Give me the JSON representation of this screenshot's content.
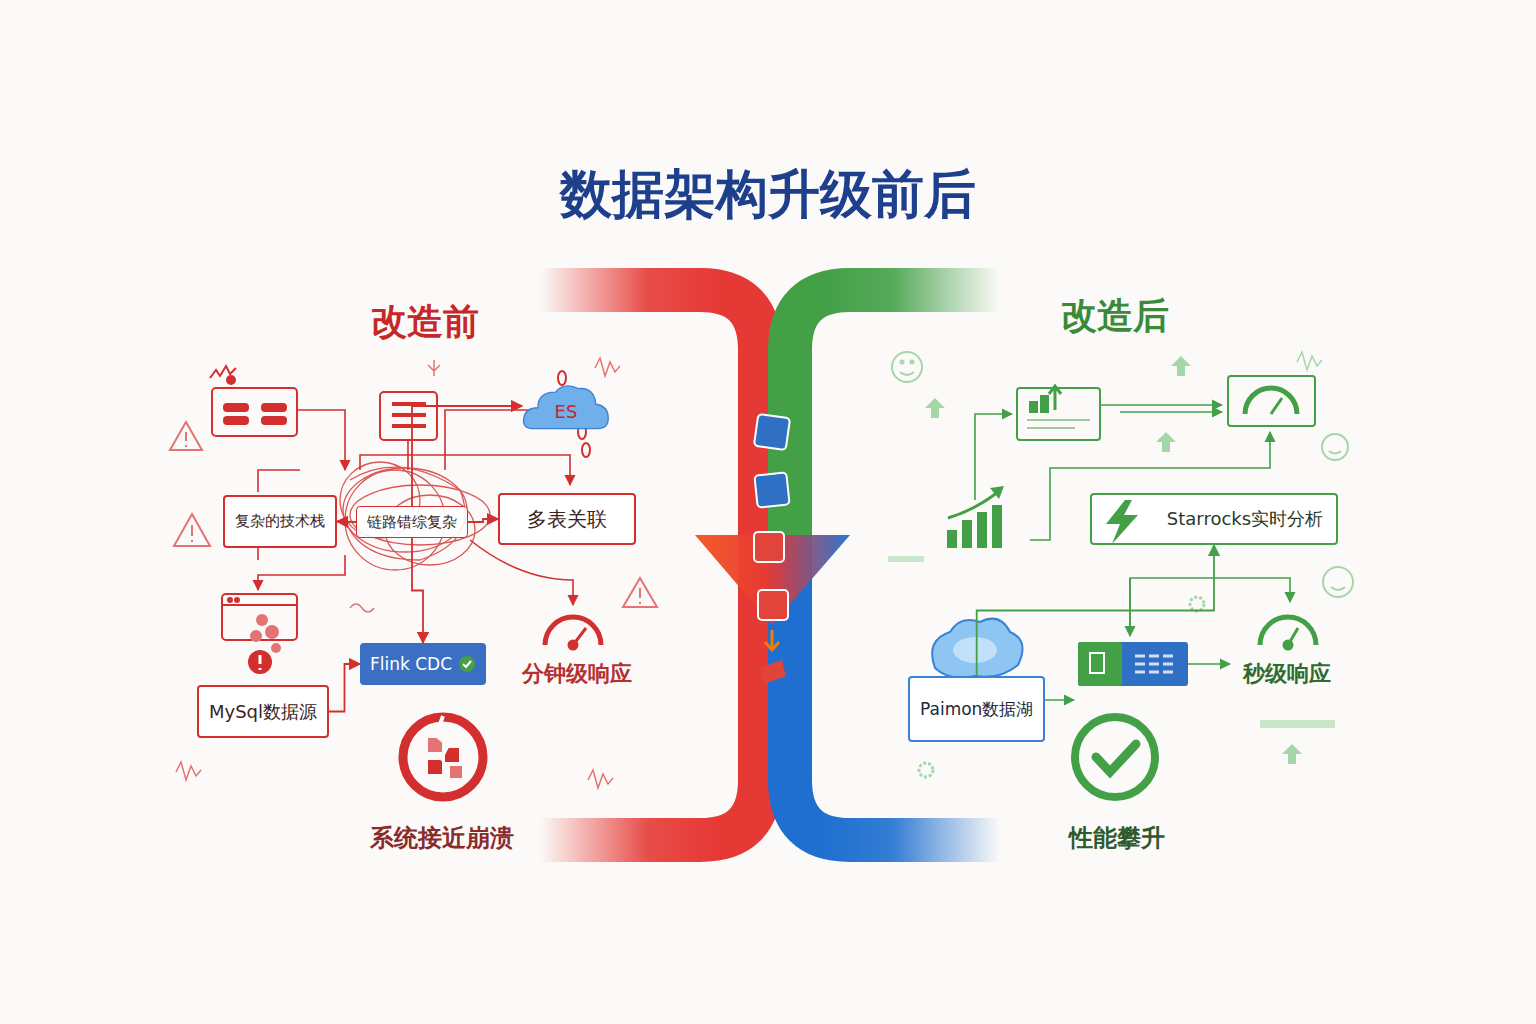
{
  "diagram": {
    "title": "数据架构升级前后",
    "nodes": [
      {
        "text": [
          "ES"
        ]
      },
      {
        "text": [
          "复杂的技术栈"
        ]
      },
      {
        "text": [
          "链路错综复杂"
        ]
      },
      {
        "text": [
          "多表关联"
        ]
      },
      {
        "text": [
          "Flink CDC"
        ]
      },
      {
        "text": [
          "MySql数据源"
        ]
      },
      {
        "text": [
          "Starrocks实时分析"
        ]
      },
      {
        "text": [
          "Paimon数据湖"
        ]
      }
    ],
    "edges": [
      {
        "from": 2,
        "to": 0,
        "arrow": "to"
      },
      {
        "from": 2,
        "to": 1,
        "arrow": "to"
      },
      {
        "from": 2,
        "to": 3,
        "arrow": "to"
      },
      {
        "from": 2,
        "to": 4,
        "arrow": "to"
      },
      {
        "from": 5,
        "to": 4,
        "arrow": "to"
      },
      {
        "from": 7,
        "to": 6,
        "arrow": "to"
      }
    ],
    "labels": [
      "改造前",
      "改造后",
      "分钟级响应",
      "系统接近崩溃",
      "秒级响应",
      "性能攀升"
    ]
  }
}
